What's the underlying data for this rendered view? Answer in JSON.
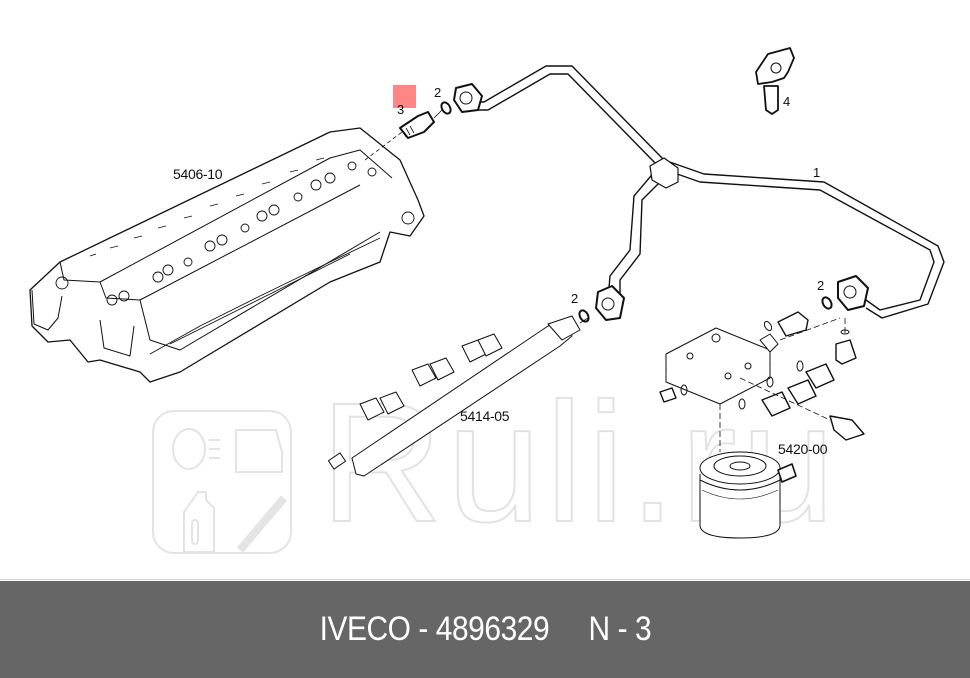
{
  "diagram": {
    "highlight_color": "#ff8080",
    "callouts": [
      {
        "id": "callout-1",
        "label": "1"
      },
      {
        "id": "callout-2a",
        "label": "2"
      },
      {
        "id": "callout-2b",
        "label": "2"
      },
      {
        "id": "callout-2c",
        "label": "2"
      },
      {
        "id": "callout-3",
        "label": "3"
      },
      {
        "id": "callout-4",
        "label": "4"
      }
    ],
    "assembly_refs": [
      {
        "label": "5406-10",
        "part": "cylinder head"
      },
      {
        "label": "5414-05",
        "part": "fuel rail"
      },
      {
        "label": "5420-00",
        "part": "fuel filter"
      }
    ],
    "selected_callout": "3"
  },
  "watermark": {
    "text": "Ruli.ru",
    "color": "#e2e2e2"
  },
  "caption": {
    "brand": "IVECO",
    "part_number": "4896329",
    "position": "N - 3",
    "full_text": "IVECO - 4896329     N - 3",
    "background": "#666666",
    "text_color": "#ffffff"
  }
}
